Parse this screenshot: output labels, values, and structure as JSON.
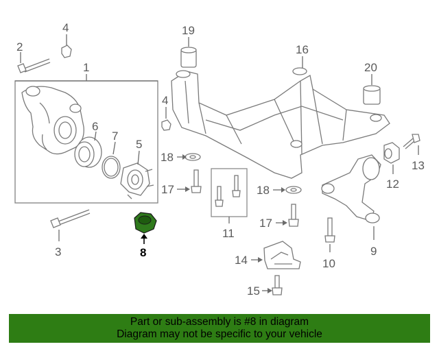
{
  "colors": {
    "banner_bg": "#2e7d14",
    "highlight_part": "#2f7a1c",
    "callout_text": "#5a5a5a",
    "highlight_text": "#000000"
  },
  "callouts": {
    "c1": "1",
    "c2": "2",
    "c3": "3",
    "c4a": "4",
    "c4b": "4",
    "c5": "5",
    "c6": "6",
    "c7": "7",
    "c8": "8",
    "c9": "9",
    "c10": "10",
    "c11": "11",
    "c12": "12",
    "c13": "13",
    "c14": "14",
    "c15": "15",
    "c16": "16",
    "c17a": "17",
    "c17b": "17",
    "c18a": "18",
    "c18b": "18",
    "c19": "19",
    "c20": "20"
  },
  "highlighted_part": "8",
  "banner": {
    "line1": "Part or sub-assembly is #8 in diagram",
    "line2": "Diagram may not be specific to your vehicle"
  }
}
